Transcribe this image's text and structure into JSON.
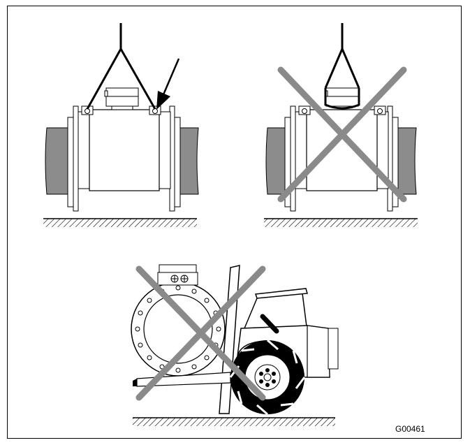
{
  "figure": {
    "code": "G00461",
    "panels": [
      {
        "id": "correct-lifting",
        "status": "correct"
      },
      {
        "id": "lifting-by-housing",
        "status": "forbidden"
      },
      {
        "id": "forklift-through-bore",
        "status": "forbidden"
      }
    ]
  },
  "colors": {
    "line": "#000000",
    "pipe": "#8c8c8c",
    "cross": "#8a8a8a",
    "body": "#ffffff"
  }
}
